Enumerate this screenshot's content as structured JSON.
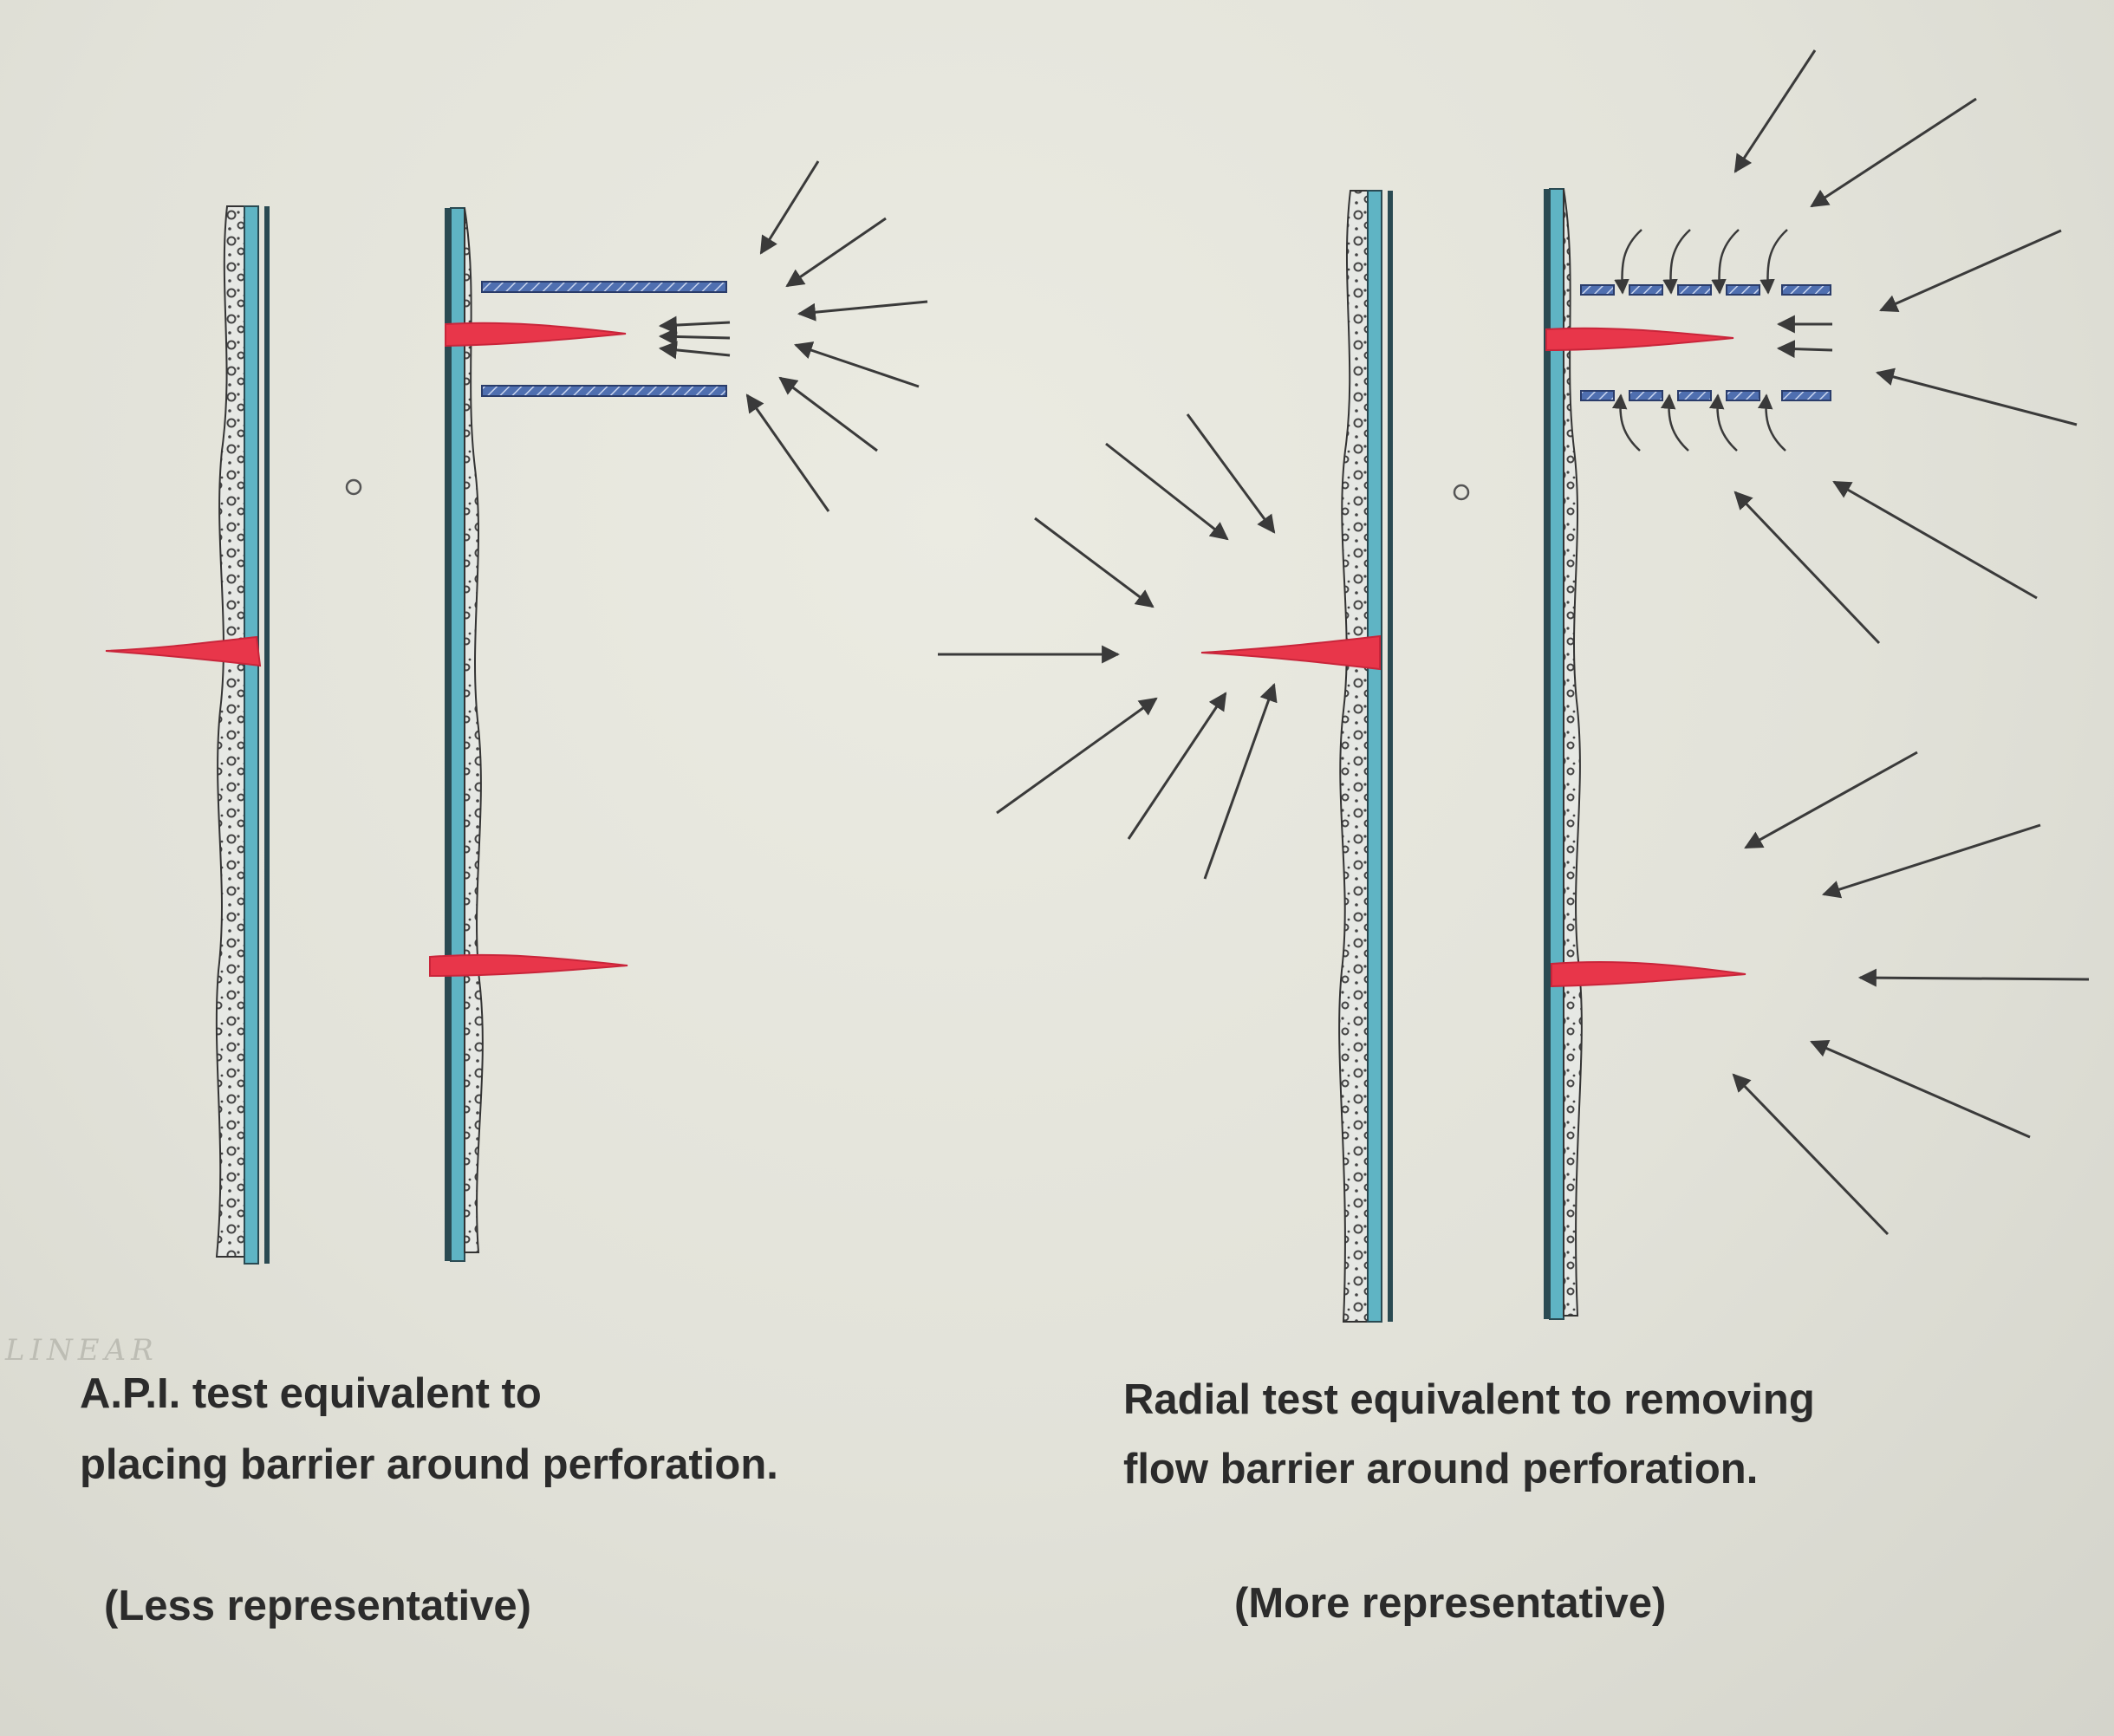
{
  "left_panel": {
    "caption_line1": "A.P.I. test equivalent to",
    "caption_line2": "placing barrier around perforation.",
    "note": "(Less representative)",
    "separator": "o"
  },
  "right_panel": {
    "caption_line1": "Radial test equivalent to removing",
    "caption_line2": "flow barrier around perforation.",
    "note": "(More representative)",
    "separator": "o"
  },
  "handwritten_note": "LINEAR",
  "colors": {
    "casing": "#5fb4c4",
    "casing_dark": "#2a4a52",
    "perforation": "#e8364a",
    "barrier": "#4f6fb0",
    "arrow": "#3a3a3a",
    "cement": "#9aa0a0"
  },
  "icons": [
    "cement-casing-icon",
    "perforation-icon",
    "flow-barrier-icon",
    "flow-arrow-icon"
  ]
}
